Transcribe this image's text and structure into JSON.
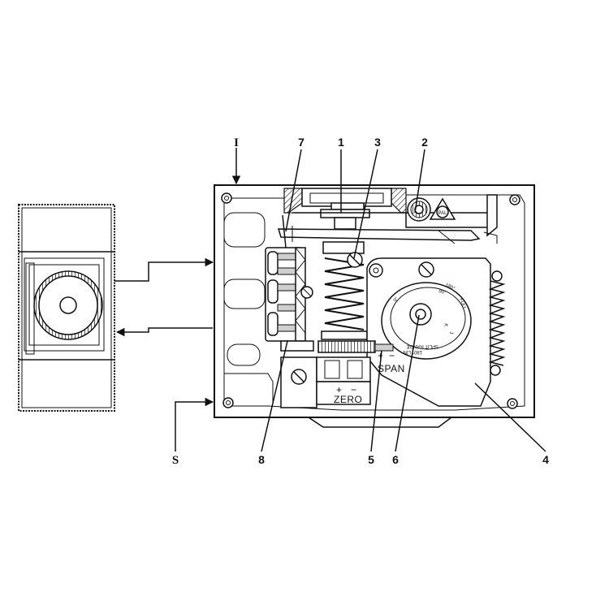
{
  "callouts": {
    "I": "I",
    "S": "S",
    "c1": "1",
    "c2": "2",
    "c3": "3",
    "c4": "4",
    "c5": "5",
    "c6": "6",
    "c7": "7",
    "c8": "8"
  },
  "plate_labels": {
    "span": "SPAN",
    "zero": "ZERO",
    "plus": "+",
    "minus": "−"
  },
  "dial_labels": {
    "d1": "90°",
    "d2": "180°",
    "d3": "FULL",
    "d4": "SPLIT RANGE",
    "d5": "180° LIN",
    "d6": "0°",
    "d7": "1",
    "d8": "K"
  },
  "badge_labels": {
    "pal": "PAL"
  }
}
